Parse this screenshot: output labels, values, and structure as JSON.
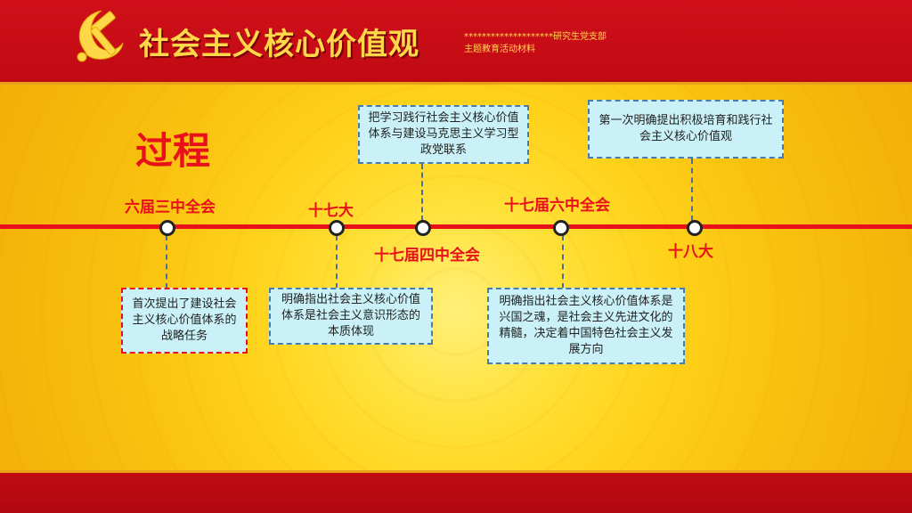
{
  "header": {
    "title": "社会主义核心价值观",
    "subtitle_line1": "********************研究生党支部",
    "subtitle_line2": "主题教育活动材料",
    "emblem_icon": "hammer-sickle-icon"
  },
  "section_title": "过程",
  "colors": {
    "primary_red": "#e8101a",
    "gold": "#ffd84a",
    "box_fill": "#c9f1f7"
  },
  "timeline": [
    {
      "label": "六届三中全会",
      "description": "首次提出了建设社会主义核心价值体系的战略任务"
    },
    {
      "label": "十七大",
      "description": "明确指出社会主义核心价值体系是社会主义意识形态的本质体现"
    },
    {
      "label": "十七届四中全会",
      "description": "把学习践行社会主义核心价值体系与建设马克思主义学习型政党联系"
    },
    {
      "label": "十七届六中全会",
      "description": "明确指出社会主义核心价值体系是兴国之魂，是社会主义先进文化的精髓，决定着中国特色社会主义发展方向"
    },
    {
      "label": "十八大",
      "description": "第一次明确提出积极培育和践行社会主义核心价值观"
    }
  ]
}
